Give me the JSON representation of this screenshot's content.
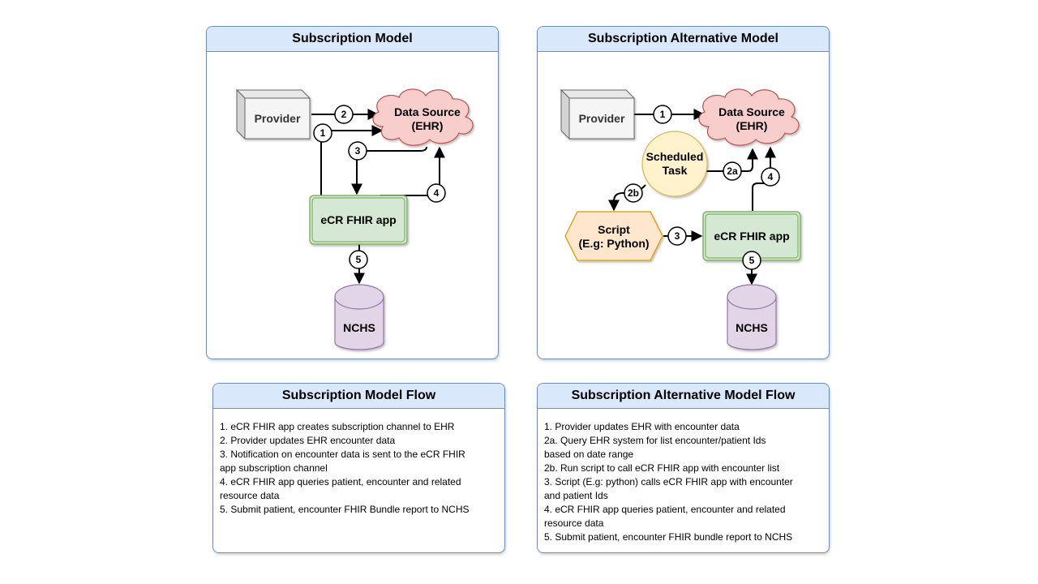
{
  "colors": {
    "panel_border": "#6c8ebf",
    "panel_header": "#dae8fc",
    "provider_fill": "#f5f5f5",
    "cloud_fill": "#f8cecc",
    "cloud_border": "#b85450",
    "app_fill": "#d5e8d4",
    "app_border": "#82b366",
    "db_fill": "#e1d5e7",
    "db_border": "#9673a6",
    "task_fill": "#fff2cc",
    "task_border": "#d6b656",
    "script_fill": "#ffe6cc",
    "script_border": "#d79b00"
  },
  "left_diagram": {
    "title": "Subscription Model",
    "provider": "Provider",
    "data_source": [
      "Data Source",
      "(EHR)"
    ],
    "app": "eCR FHIR app",
    "nchs": "NCHS",
    "steps": [
      "1",
      "2",
      "3",
      "4",
      "5"
    ]
  },
  "right_diagram": {
    "title": "Subscription Alternative Model",
    "provider": "Provider",
    "data_source": [
      "Data Source",
      "(EHR)"
    ],
    "task": [
      "Scheduled",
      "Task"
    ],
    "script": [
      "Script",
      "(E.g: Python)"
    ],
    "app": "eCR FHIR app",
    "nchs": "NCHS",
    "steps": [
      "1",
      "2a",
      "2b",
      "3",
      "4",
      "5"
    ]
  },
  "left_flow": {
    "title": "Subscription Model Flow",
    "lines": [
      "1. eCR FHIR app creates subscription channel to EHR",
      "2. Provider updates EHR encounter data",
      "3. Notification on encounter data is sent to the eCR FHIR",
      "app subscription channel",
      "4. eCR FHIR app queries patient, encounter and related",
      "resource data",
      "5. Submit patient, encounter FHIR Bundle report to NCHS"
    ]
  },
  "right_flow": {
    "title": "Subscription Alternative Model Flow",
    "lines": [
      "1. Provider updates EHR with encounter data",
      "2a. Query EHR system for list encounter/patient Ids",
      "based on date range",
      "2b. Run script to call eCR FHIR app with encounter list",
      "3. Script (E.g: python) calls eCR FHIR app with encounter",
      "and patient Ids",
      "4. eCR FHIR app queries patient, encounter and related",
      "resource data",
      "5. Submit patient, encounter FHIR bundle report to NCHS"
    ]
  }
}
